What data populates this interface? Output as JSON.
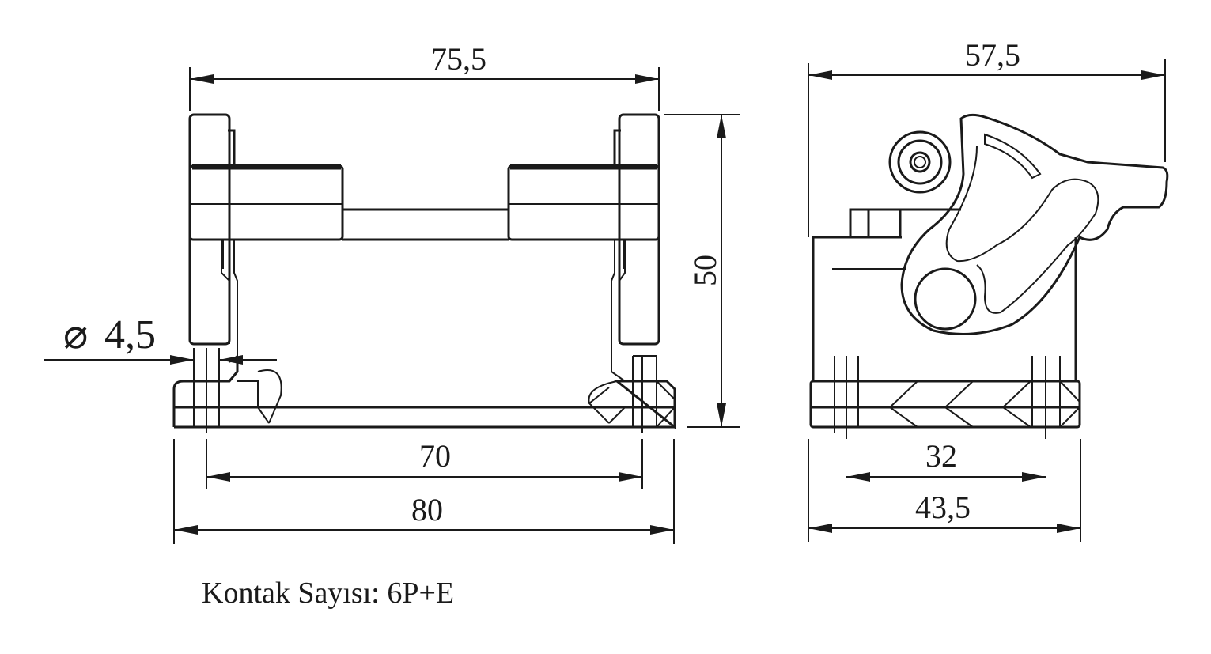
{
  "drawing": {
    "front_view": {
      "width_top": "75,5",
      "height": "50",
      "hole_diameter": "4,5",
      "hole_pitch": "70",
      "base_width": "80"
    },
    "side_view": {
      "width_top": "57,5",
      "hole_pitch": "32",
      "base_width": "43,5"
    },
    "diameter_symbol": "⌀",
    "caption": "Kontak Sayısı: 6P+E",
    "line_color": "#1a1a1a"
  }
}
